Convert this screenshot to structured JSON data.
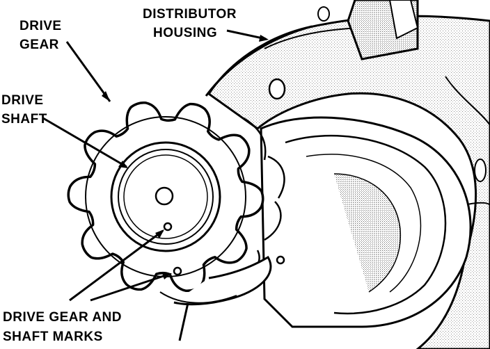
{
  "labels": {
    "drive_gear": [
      "DRIVE",
      "GEAR"
    ],
    "drive_shaft": [
      "DRIVE",
      "SHAFT"
    ],
    "distributor_housing": [
      "DISTRIBUTOR",
      "HOUSING"
    ],
    "marks": [
      "DRIVE GEAR AND",
      "SHAFT MARKS"
    ]
  },
  "colors": {
    "ink": "#000000",
    "paper": "#ffffff",
    "shade": "#a8a8a8"
  }
}
